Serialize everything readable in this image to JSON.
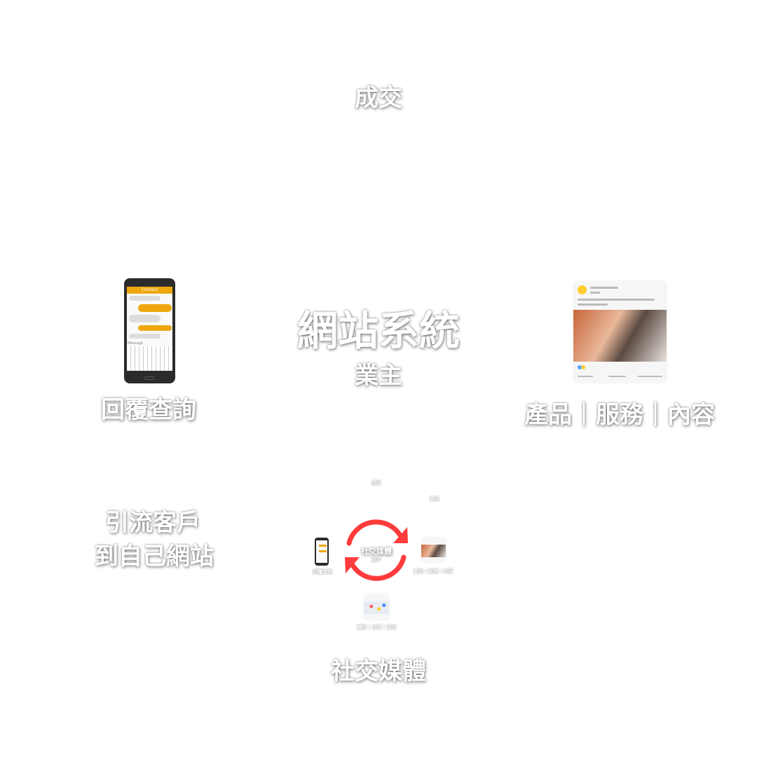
{
  "main": {
    "top_label": "成交",
    "center_title": "網站系統",
    "center_subtitle": "業主",
    "left_label": "回覆查詢",
    "right_label": "產品｜服務｜內容",
    "bottom_left_label_line1": "引流客戶",
    "bottom_left_label_line2": "到自己網站",
    "bottom_label": "社交媒體"
  },
  "phone": {
    "header": "Contact",
    "input_placeholder": "Message"
  },
  "mini": {
    "top_label": "成交",
    "top_right_label": "廣告",
    "center_title": "社交媒體",
    "center_subtitle": "用戶",
    "left_label": "回覆查詢",
    "right_label": "產品｜服務｜內容",
    "bottom_label": "讚好｜分享｜留言"
  },
  "colors": {
    "accent": "#eea70f",
    "cycle": "#ff3b3b"
  }
}
